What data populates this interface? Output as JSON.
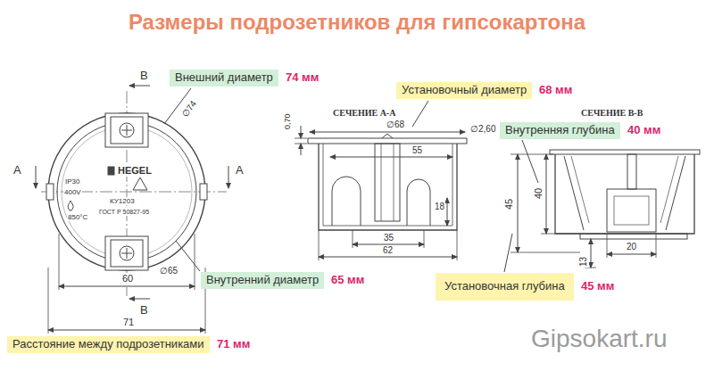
{
  "diagram": {
    "title": "Размеры подрозетников для гипсокартона",
    "nodes": [
      {
        "text": [
          "Внешний диаметр"
        ]
      },
      {
        "text": [
          "Установочный диаметр"
        ]
      },
      {
        "text": [
          "Внутренняя глубина"
        ]
      },
      {
        "text": [
          "Внутренний диаметр"
        ]
      },
      {
        "text": [
          "Установочная глубина"
        ]
      },
      {
        "text": [
          "Расстояние между подрозетниками"
        ]
      }
    ],
    "labels": [
      "B",
      "A",
      "A",
      "∅74",
      "HEGEL",
      "IP30",
      "400V",
      "850°C",
      "КУ1203",
      "ГОСТ Р 50827-95",
      "∅65",
      "60",
      "B",
      "71",
      "74 мм",
      "68 мм",
      "СЕЧЕНИЕ А-А",
      "0,70",
      "∅68",
      "∅2,60",
      "55",
      "18",
      "35",
      "62",
      "40 мм",
      "СЕЧЕНИЕ В-В",
      "45",
      "40",
      "20",
      "13",
      "65 мм",
      "45 мм",
      "71 мм",
      "Gipsokart.ru"
    ]
  }
}
